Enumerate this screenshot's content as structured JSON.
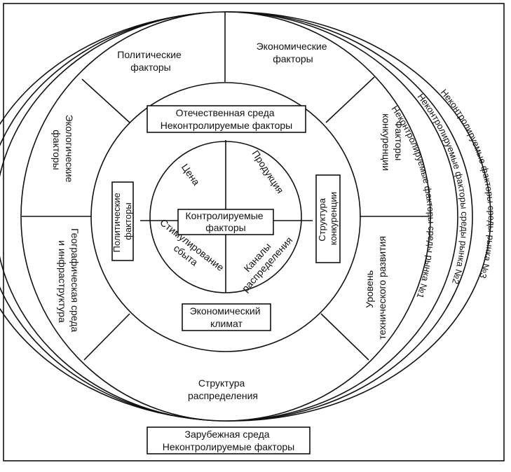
{
  "outer_sectors": {
    "political": [
      "Политические",
      "факторы"
    ],
    "economic": [
      "Экономические",
      "факторы"
    ],
    "competition": [
      "Факторы",
      "конкуренции"
    ],
    "tech": [
      "Уровень",
      "технического развития"
    ],
    "distribution": [
      "Структура",
      "распределения"
    ],
    "geo": [
      "Географическая среда",
      "и инфраструктура"
    ],
    "ecological": [
      "Экологические",
      "факторы"
    ]
  },
  "domestic_box": [
    "Отечественная среда",
    "Неконтролируемые факторы"
  ],
  "foreign_box": [
    "Зарубежная среда",
    "Неконтролируемые факторы"
  ],
  "mid_labels": {
    "political": [
      "Политические",
      "факторы"
    ],
    "competition": [
      "Структура",
      "конкуренции"
    ],
    "economic_climate": [
      "Экономический",
      "климат"
    ]
  },
  "inner": {
    "price": "Цена",
    "product": "Продукция",
    "promotion": [
      "Стимулирование",
      "сбыта"
    ],
    "channels": [
      "Каналы",
      "распределения"
    ],
    "center": [
      "Контролируемые",
      "факторы"
    ]
  },
  "markets": [
    "Неконтролируемые факторы среды рынка №1",
    "Неконтролируемые факторы среды рынка №2",
    "Неконтролируемые факторы среды рынка №3"
  ]
}
